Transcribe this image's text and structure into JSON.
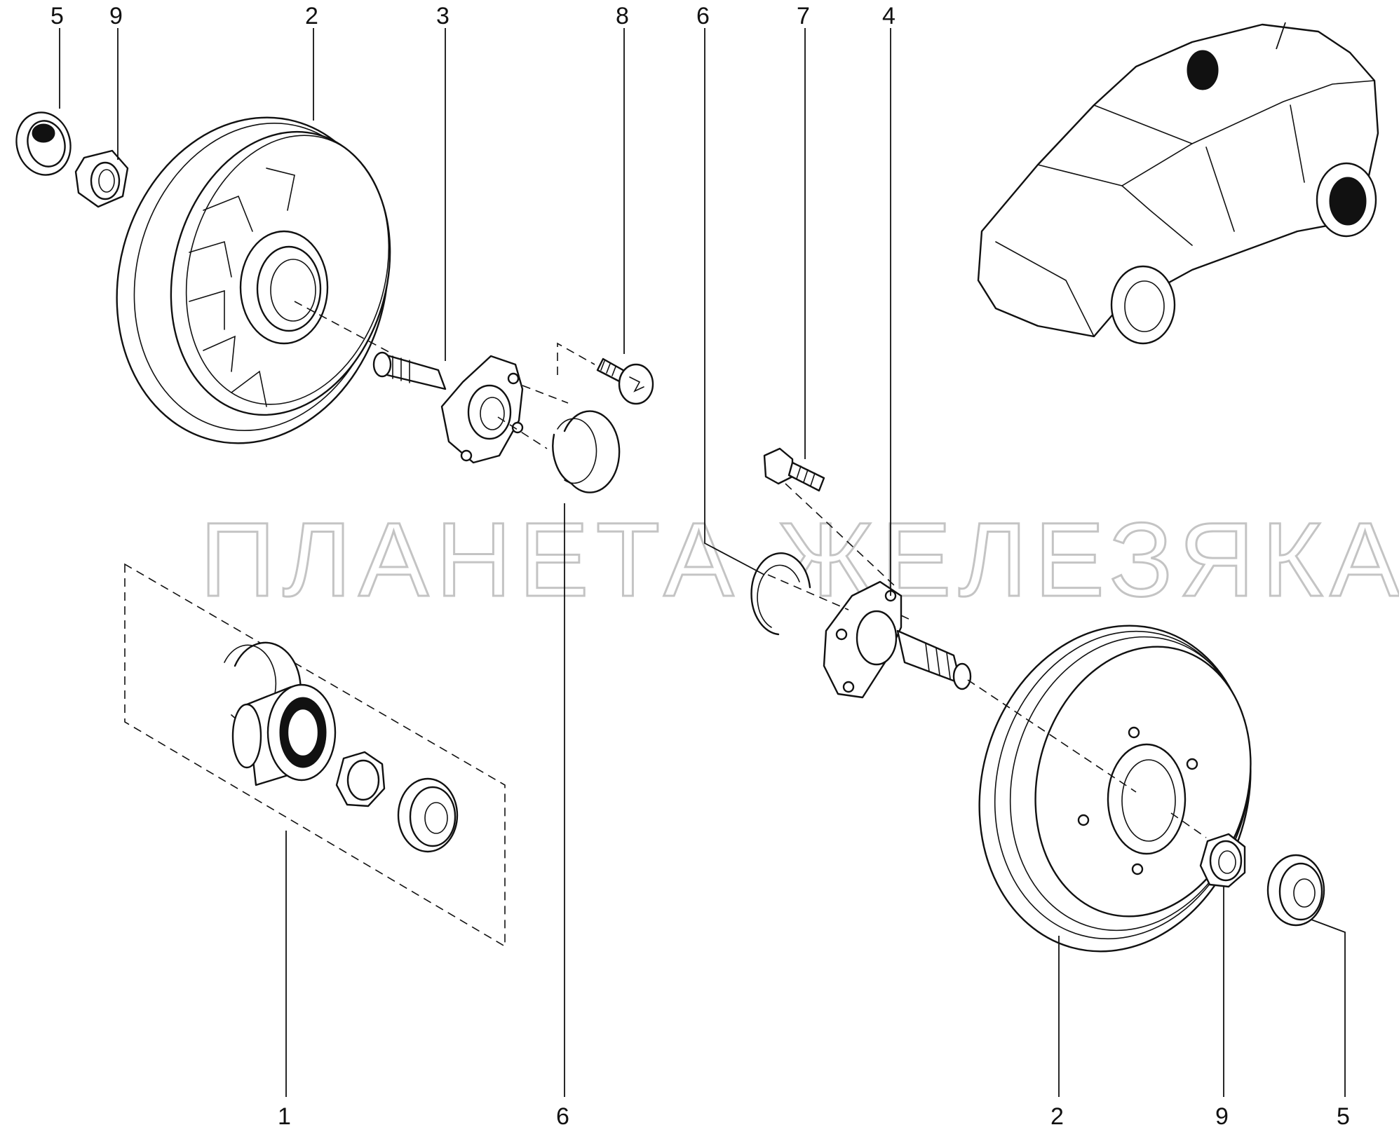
{
  "watermark": "ПЛАНЕТА ЖЕЛЕЗЯКА",
  "callouts": {
    "top": [
      "5",
      "9",
      "2",
      "3",
      "8",
      "6",
      "7",
      "4"
    ],
    "bottom": [
      "1",
      "6",
      "2",
      "9",
      "5"
    ]
  },
  "colors": {
    "ink": "#111111",
    "watermark": "#c4c4c4",
    "background": "#ffffff"
  },
  "icons": [
    "brake-drum-icon",
    "wheel-hub-icon",
    "bearing-kit-icon",
    "hub-nut-icon",
    "hub-cap-icon",
    "retaining-ring-icon",
    "bolt-icon",
    "car-icon"
  ]
}
